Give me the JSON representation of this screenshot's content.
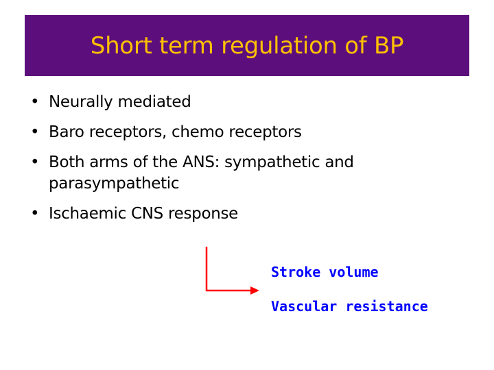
{
  "slide": {
    "title": "Short term regulation of BP",
    "bullet_glyph": "•",
    "bullets": [
      "Neurally mediated",
      "Baro receptors, chemo receptors",
      "Both arms of the ANS: sympathetic and parasympathetic",
      "Ischaemic CNS response"
    ],
    "callouts": [
      "Stroke volume",
      "Vascular resistance"
    ]
  },
  "colors": {
    "title_bar": "#5c0f7c",
    "title_text": "#ffc000",
    "callout_text": "#0000ff",
    "arrow": "#ff0000"
  },
  "icons": {
    "arrow": "elbow-arrow-icon"
  }
}
